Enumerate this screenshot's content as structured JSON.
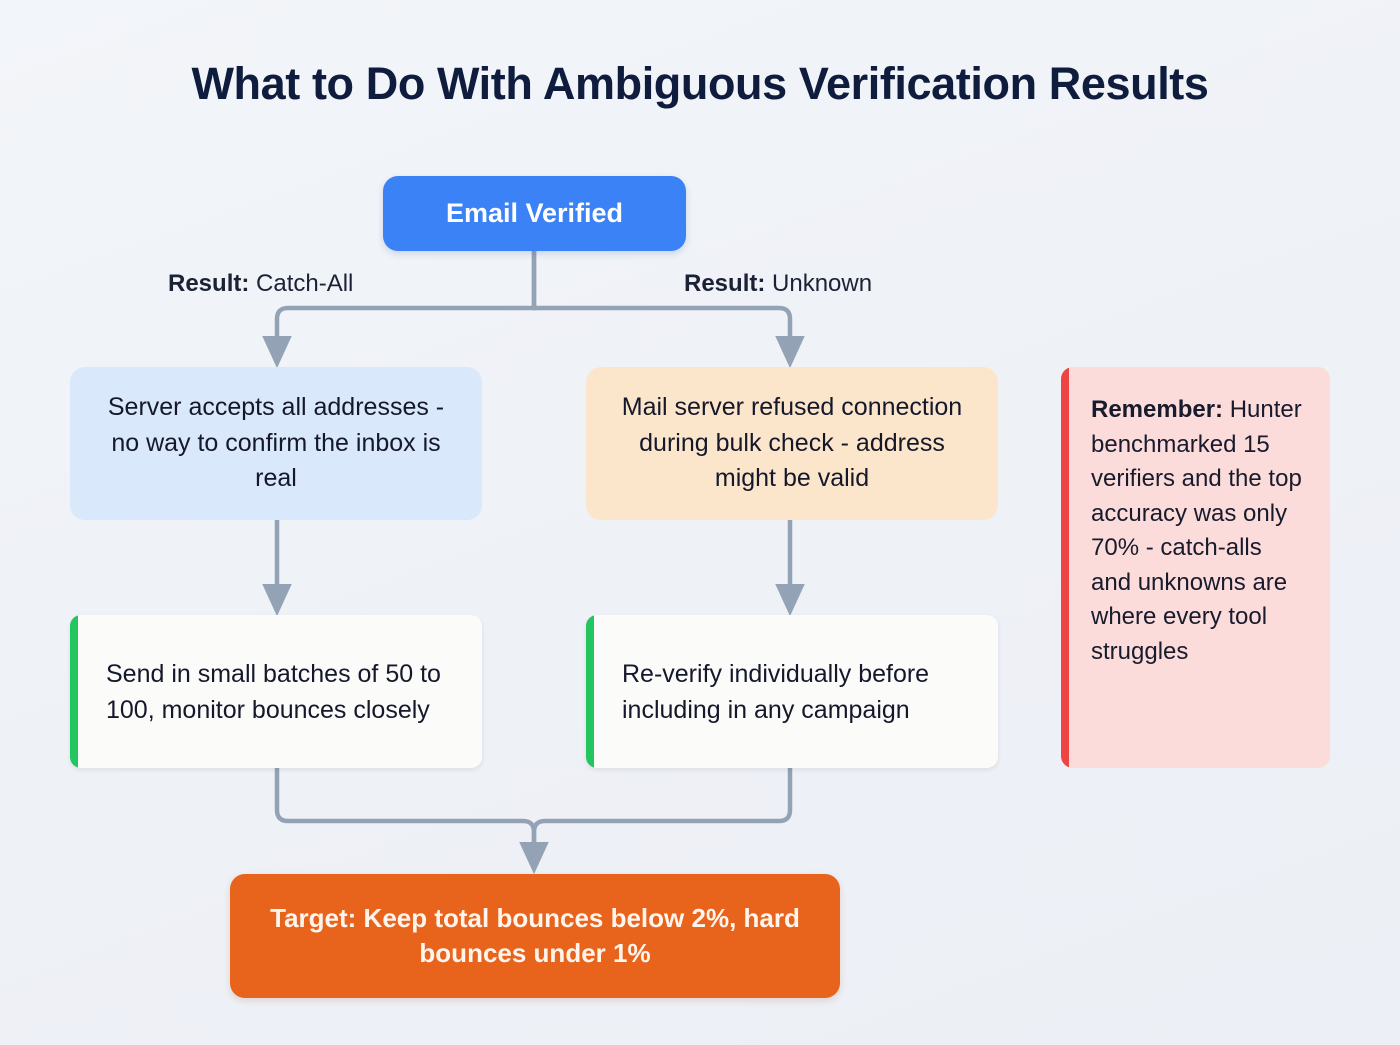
{
  "page": {
    "title": "What to Do With Ambiguous Verification Results",
    "background_color": "#eef2f7"
  },
  "colors": {
    "root": "#3b82f6",
    "reason_catchall": "#d9e8fa",
    "reason_unknown": "#fce6cb",
    "action_accent": "#22c55e",
    "goal": "#e8641c",
    "note_bg": "#fbdcdb",
    "note_accent": "#ef4444",
    "connector": "#94a3b8",
    "title_text": "#101c3d"
  },
  "flow": {
    "root": {
      "label": "Email Verified"
    },
    "branches": [
      {
        "edge_label_bold": "Result:",
        "edge_label_rest": " Catch-All",
        "reason": "Server accepts all addresses - no way to confirm the inbox is real",
        "action": "Send in small batches of 50 to 100, monitor bounces closely"
      },
      {
        "edge_label_bold": "Result:",
        "edge_label_rest": " Unknown",
        "reason": "Mail server refused connection during bulk check - address might be valid",
        "action": "Re-verify individually before including in any campaign"
      }
    ],
    "goal": {
      "label": "Target: Keep total bounces below 2%, hard bounces under 1%"
    }
  },
  "note": {
    "lead": "Remember:",
    "body": " Hunter benchmarked 15 verifiers and the top accuracy was only 70% - catch-alls and unknowns are where every tool struggles"
  }
}
